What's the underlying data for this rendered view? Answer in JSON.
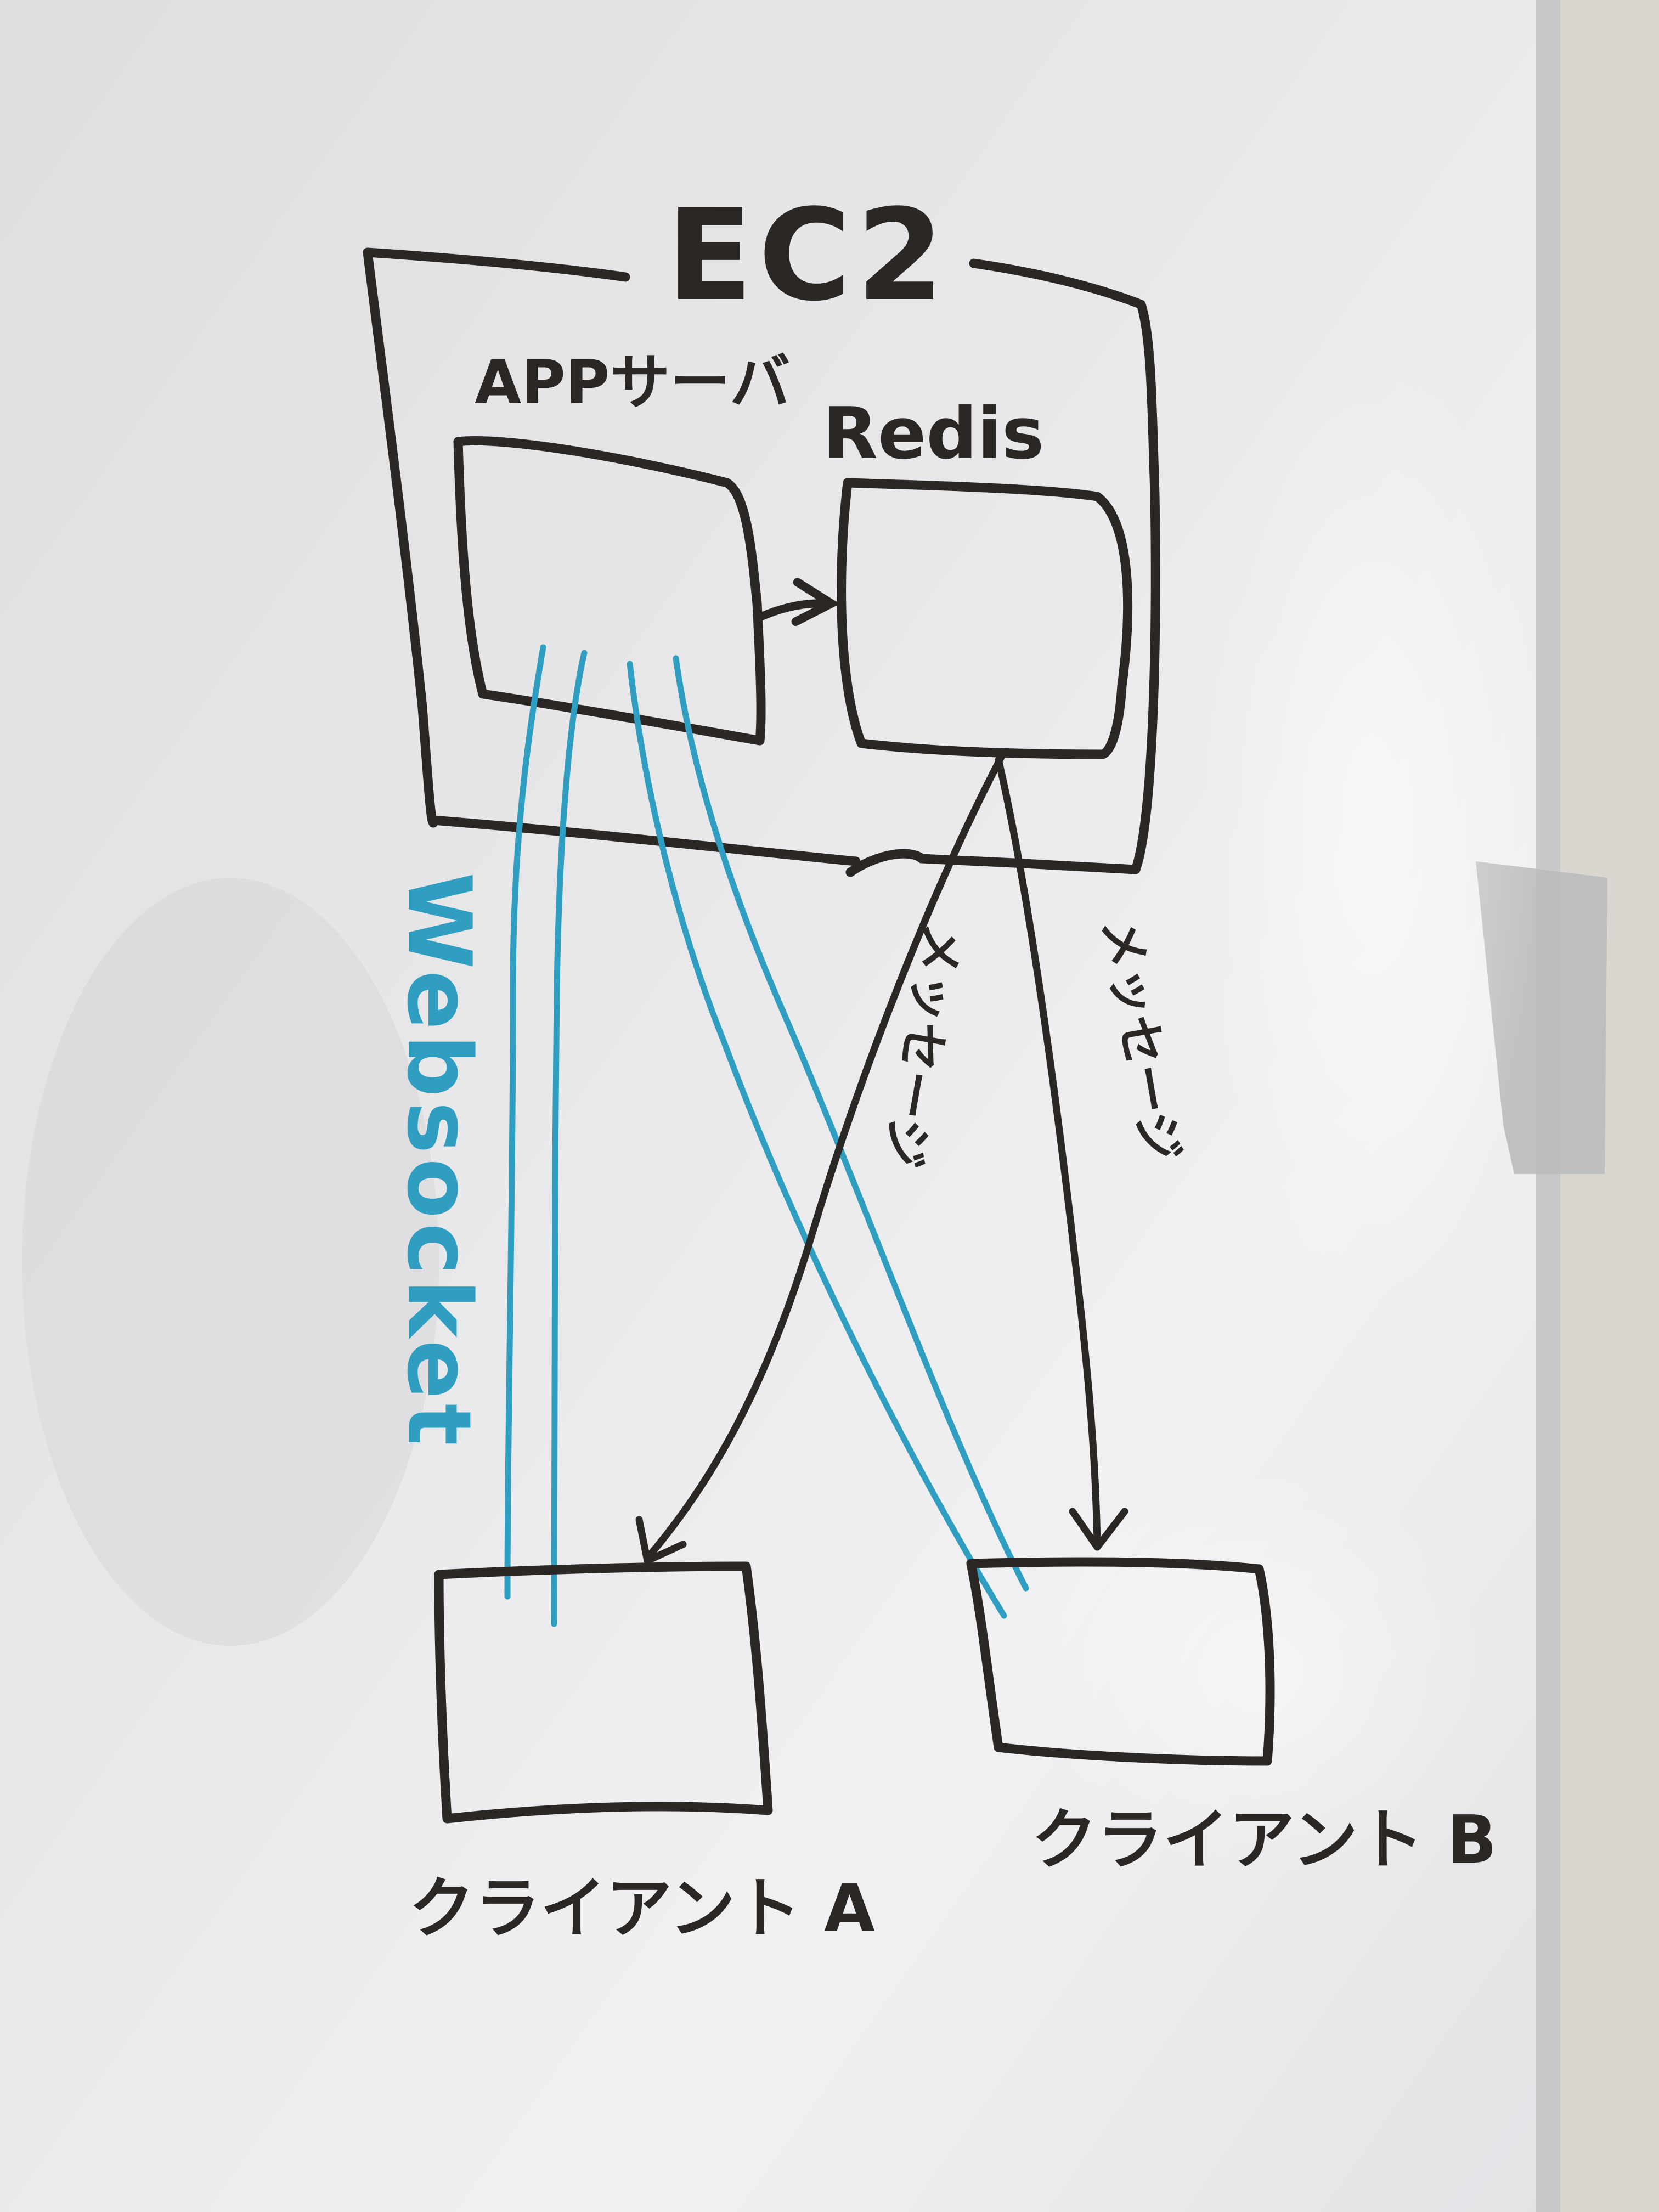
{
  "diagram": {
    "ec2_label": "EC2",
    "app_server_label": "APPサーバ",
    "redis_label": "Redis",
    "websocket_label": "Websocket",
    "message_label_left": "メッセージ",
    "message_label_right": "メッセージ",
    "client_a_label": "クライアント A",
    "client_b_label": "クライアント B"
  },
  "colors": {
    "marker_black": "#2b2724",
    "marker_blue": "#2f9ec0",
    "whiteboard": "#e6e6e8",
    "wall": "#d9d6cf",
    "tape": "#b9bbbb"
  }
}
